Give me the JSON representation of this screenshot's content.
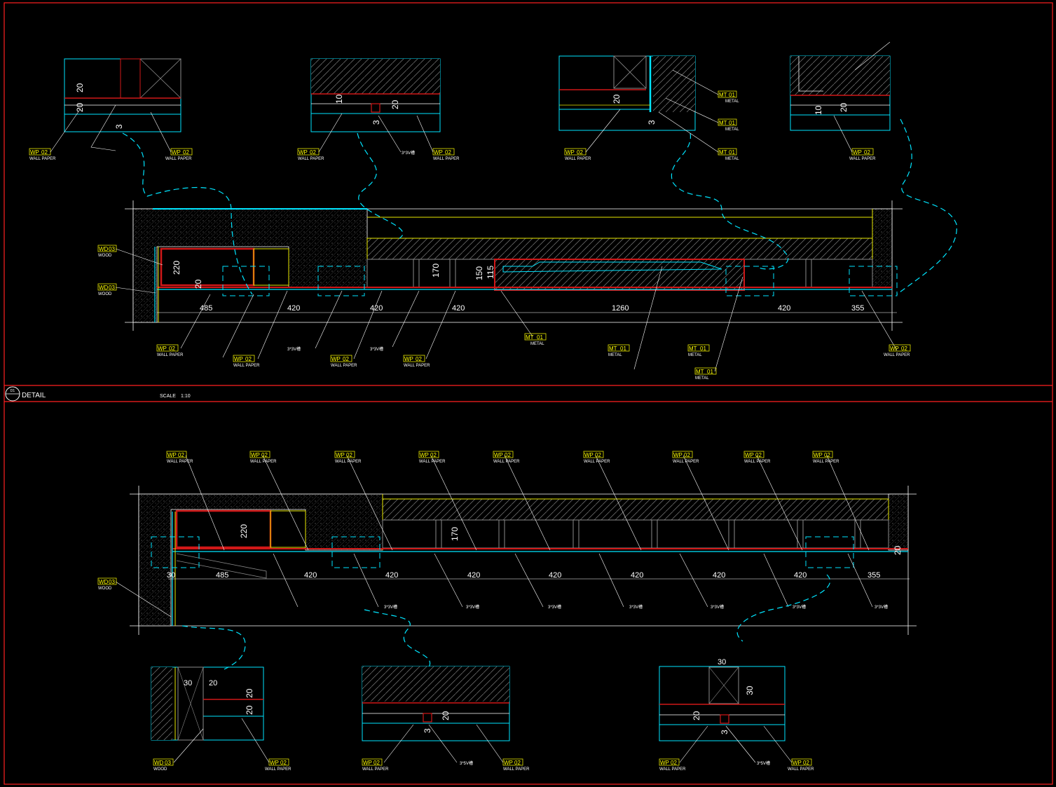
{
  "title_bar": {
    "symbol_text": "D1",
    "detail_label": "DETAIL",
    "scale_label": "SCALE",
    "scale_value": "1:10"
  },
  "colors": {
    "background": "#000000",
    "frame": "#ff2020",
    "cyan": "#00e5ff",
    "yellow": "#e8e800",
    "red": "#d01818",
    "white": "#ffffff",
    "gray": "#8a8a8a"
  },
  "tags": {
    "wp": "WP",
    "wp_num": "02",
    "wp_sub": "WALL PAPER",
    "mt": "MT",
    "mt_num": "01",
    "mt_sub": "METAL",
    "wd": "WD",
    "wd_num": "03",
    "wd_sub": "WOOD"
  },
  "notes": {
    "groove": "3*3V槽",
    "groove_b": "3*5V槽"
  },
  "top_section": {
    "widths": [
      "485",
      "420",
      "420",
      "420",
      "1260",
      "420",
      "355"
    ],
    "heights": [
      "220",
      "20",
      "170",
      "150",
      "115"
    ]
  },
  "bottom_section": {
    "widths": [
      "30",
      "485",
      "420",
      "420",
      "420",
      "420",
      "420",
      "420",
      "420",
      "355"
    ],
    "heights": [
      "220",
      "170",
      "20"
    ]
  },
  "top_details": {
    "d1": [
      "20",
      "20",
      "3"
    ],
    "d2": [
      "10",
      "20",
      "3"
    ],
    "d3": [
      "20",
      "3"
    ],
    "d4": [
      "10",
      "20"
    ]
  },
  "bottom_details": {
    "d1": [
      "30",
      "20",
      "20",
      "20"
    ],
    "d2": [
      "20",
      "3"
    ],
    "d3": [
      "30",
      "30",
      "20",
      "3"
    ]
  }
}
